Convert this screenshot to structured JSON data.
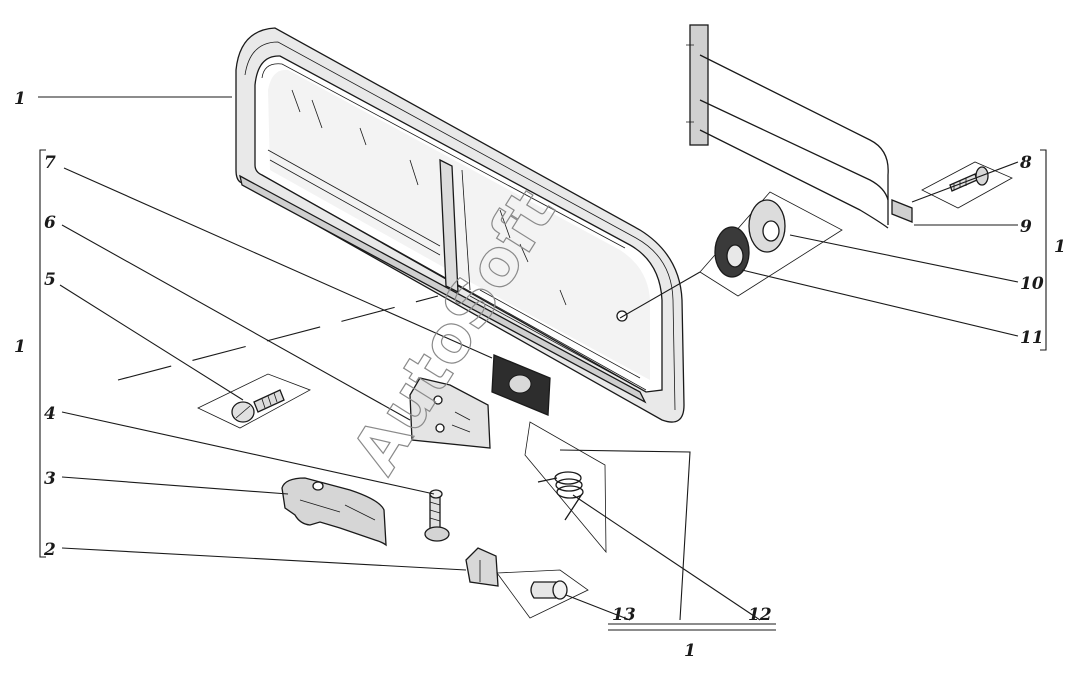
{
  "callouts": {
    "c1_window": "1",
    "c1_left_group": "1",
    "c1_right_group": "1",
    "c1_bottom_group": "1",
    "c2": "2",
    "c3": "3",
    "c4": "4",
    "c5": "5",
    "c6": "6",
    "c7": "7",
    "c8": "8",
    "c9": "9",
    "c10": "10",
    "c11": "11",
    "c12": "12",
    "c13": "13"
  },
  "watermark": "AutoSoft"
}
